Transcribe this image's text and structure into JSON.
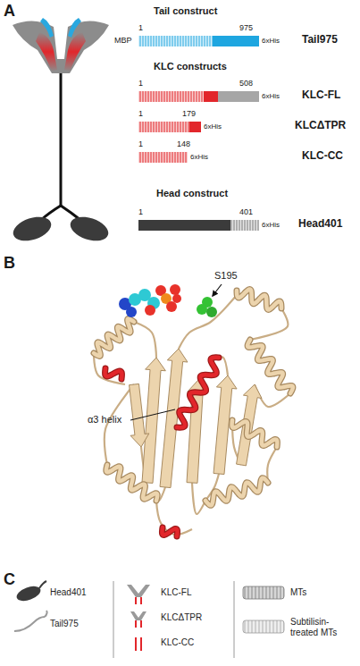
{
  "diagram": {
    "labels": [
      "A",
      "Tail construct",
      "1",
      "975",
      "MBP",
      "6xHis",
      "Tail975",
      "KLC constructs",
      "1",
      "508",
      "6xHis",
      "KLC-FL",
      "1",
      "179",
      "6xHis",
      "KLCΔTPR",
      "1",
      "148",
      "6xHis",
      "KLC-CC",
      "Head construct",
      "1",
      "401",
      "6xHis",
      "Head401",
      "B",
      "S195",
      "α3 helix",
      "C"
    ],
    "legend": [
      {
        "text": "Head401"
      },
      {
        "text": "Tail975"
      },
      {
        "text": "KLC-FL"
      },
      {
        "text": "KLCΔTPR"
      },
      {
        "text": "KLC-CC"
      },
      {
        "text": "MTs"
      },
      {
        "text": "Subtilisin-treated MTs"
      }
    ]
  }
}
